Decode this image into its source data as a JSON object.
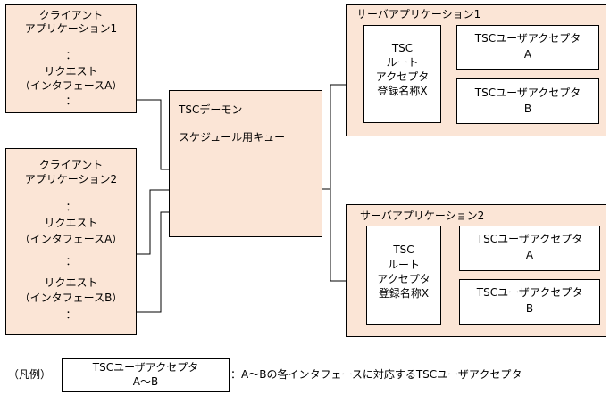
{
  "client1": {
    "title_line1": "クライアント",
    "title_line2": "アプリケーション1",
    "dots_top": "：",
    "req_line1": "リクエスト",
    "req_line2": "（インタフェースA）",
    "dots_bottom": "："
  },
  "client2": {
    "title_line1": "クライアント",
    "title_line2": "アプリケーション2",
    "dots_top": "：",
    "req_a_line1": "リクエスト",
    "req_a_line2": "（インタフェースA）",
    "dots_mid": "：",
    "req_b_line1": "リクエスト",
    "req_b_line2": "（インタフェースB）",
    "dots_bottom": "："
  },
  "daemon": {
    "title": "TSCデーモン",
    "queue_label": "スケジュール用キュー"
  },
  "server1": {
    "title": "サーバアプリケーション1",
    "root": {
      "line1": "TSC",
      "line2": "ルート",
      "line3": "アクセプタ",
      "line4": "登録名称X"
    },
    "user_a": {
      "line1": "TSCユーザアクセプタ",
      "line2": "A"
    },
    "user_b": {
      "line1": "TSCユーザアクセプタ",
      "line2": "B"
    }
  },
  "server2": {
    "title": "サーバアプリケーション2",
    "root": {
      "line1": "TSC",
      "line2": "ルート",
      "line3": "アクセプタ",
      "line4": "登録名称X"
    },
    "user_a": {
      "line1": "TSCユーザアクセプタ",
      "line2": "A"
    },
    "user_b": {
      "line1": "TSCユーザアクセプタ",
      "line2": "B"
    }
  },
  "legend": {
    "label": "（凡例）",
    "box_line1": "TSCユーザアクセプタ",
    "box_line2": "A～B",
    "description": "：A～Bの各インタフェースに対応するTSCユーザアクセプタ"
  }
}
